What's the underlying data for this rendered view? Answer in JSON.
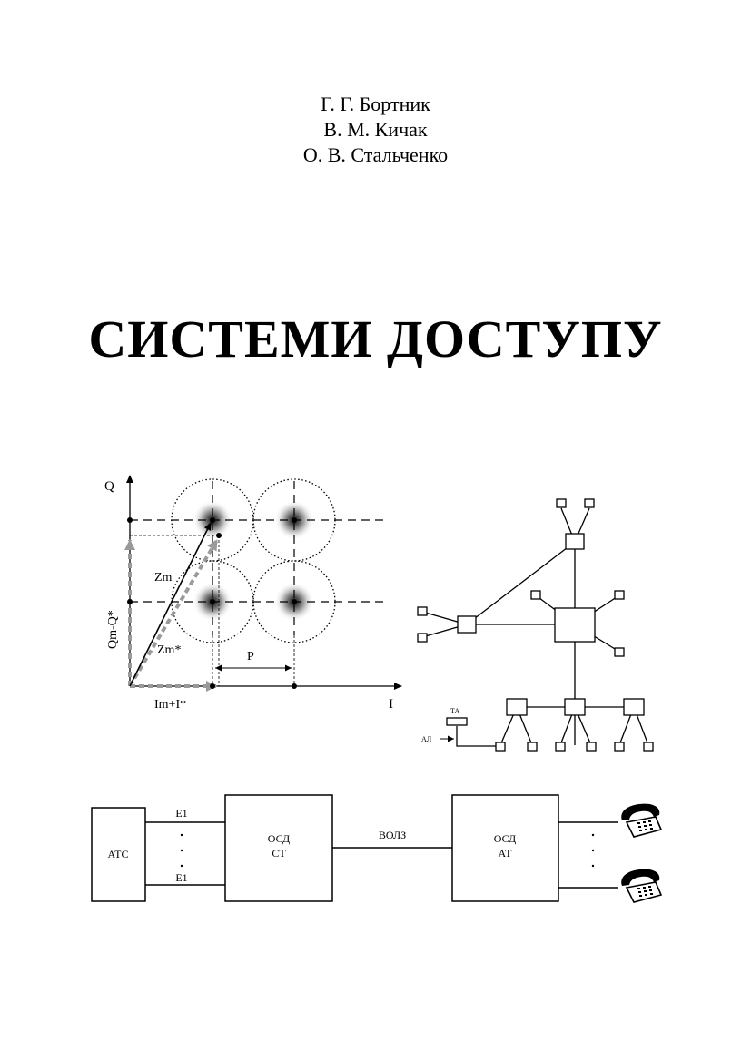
{
  "authors": [
    "Г. Г. Бортник",
    "В. М. Кичак",
    "О. В. Стальченко"
  ],
  "title": "СИСТЕМИ ДОСТУПУ",
  "constellation": {
    "q_label": "Q",
    "i_label": "I",
    "zm_label": "Zm",
    "zm_star_label": "Zm*",
    "qm_label": "Qm-Q*",
    "im_label": "Im+I*",
    "p_label": "P"
  },
  "network": {
    "ta_label": "ТА",
    "al_label": "АЛ"
  },
  "access": {
    "ats_label": "АТС",
    "e1_top": "E1",
    "e1_bottom": "E1",
    "osd_st_line1": "ОСД",
    "osd_st_line2": "СТ",
    "vols_label": "ВОЛЗ",
    "osd_at_line1": "ОСД",
    "osd_at_line2": "АТ"
  }
}
